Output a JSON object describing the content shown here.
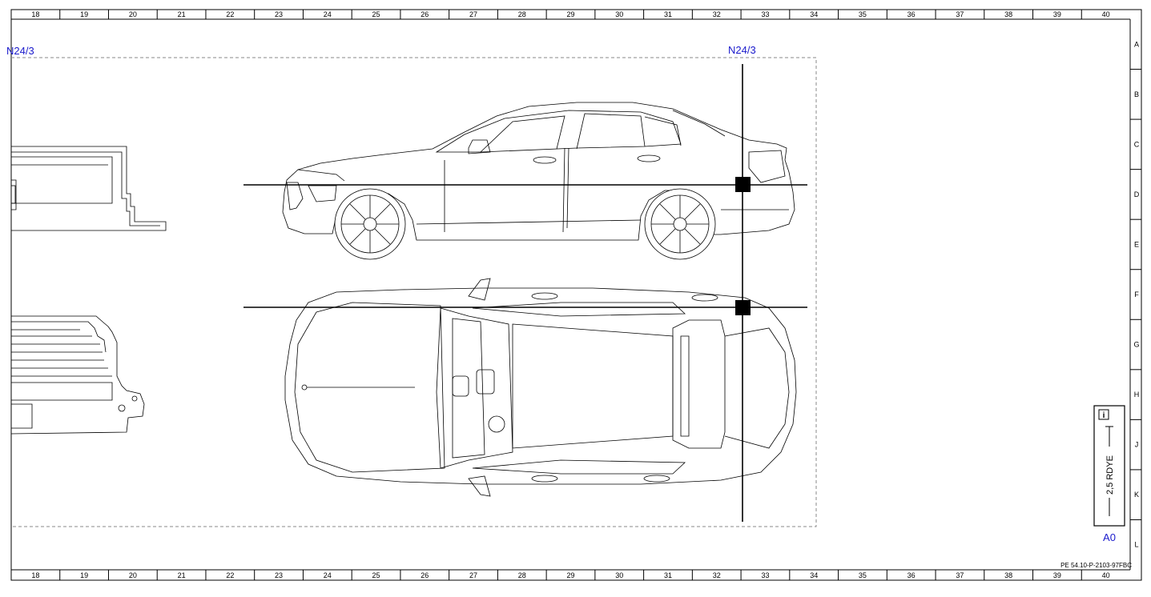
{
  "diagram": {
    "columns": [
      "18",
      "19",
      "20",
      "21",
      "22",
      "23",
      "24",
      "25",
      "26",
      "27",
      "28",
      "29",
      "30",
      "31",
      "32",
      "33",
      "34",
      "35",
      "36",
      "37",
      "38",
      "39",
      "40"
    ],
    "rows": [
      "A",
      "B",
      "C",
      "D",
      "E",
      "F",
      "G",
      "H",
      "J",
      "K",
      "L"
    ],
    "component_labels": {
      "left_partial": "N24/3",
      "main": "N24/3"
    },
    "legend": {
      "info_icon": "info-icon",
      "wire_label": "2,5 RDYE",
      "ground_label": "A0"
    },
    "document_id": "PE 54.10-P-2103-97FBC",
    "colors": {
      "label_blue": "#1a1acc",
      "line": "#000000",
      "dashed_frame": "#888888"
    }
  }
}
